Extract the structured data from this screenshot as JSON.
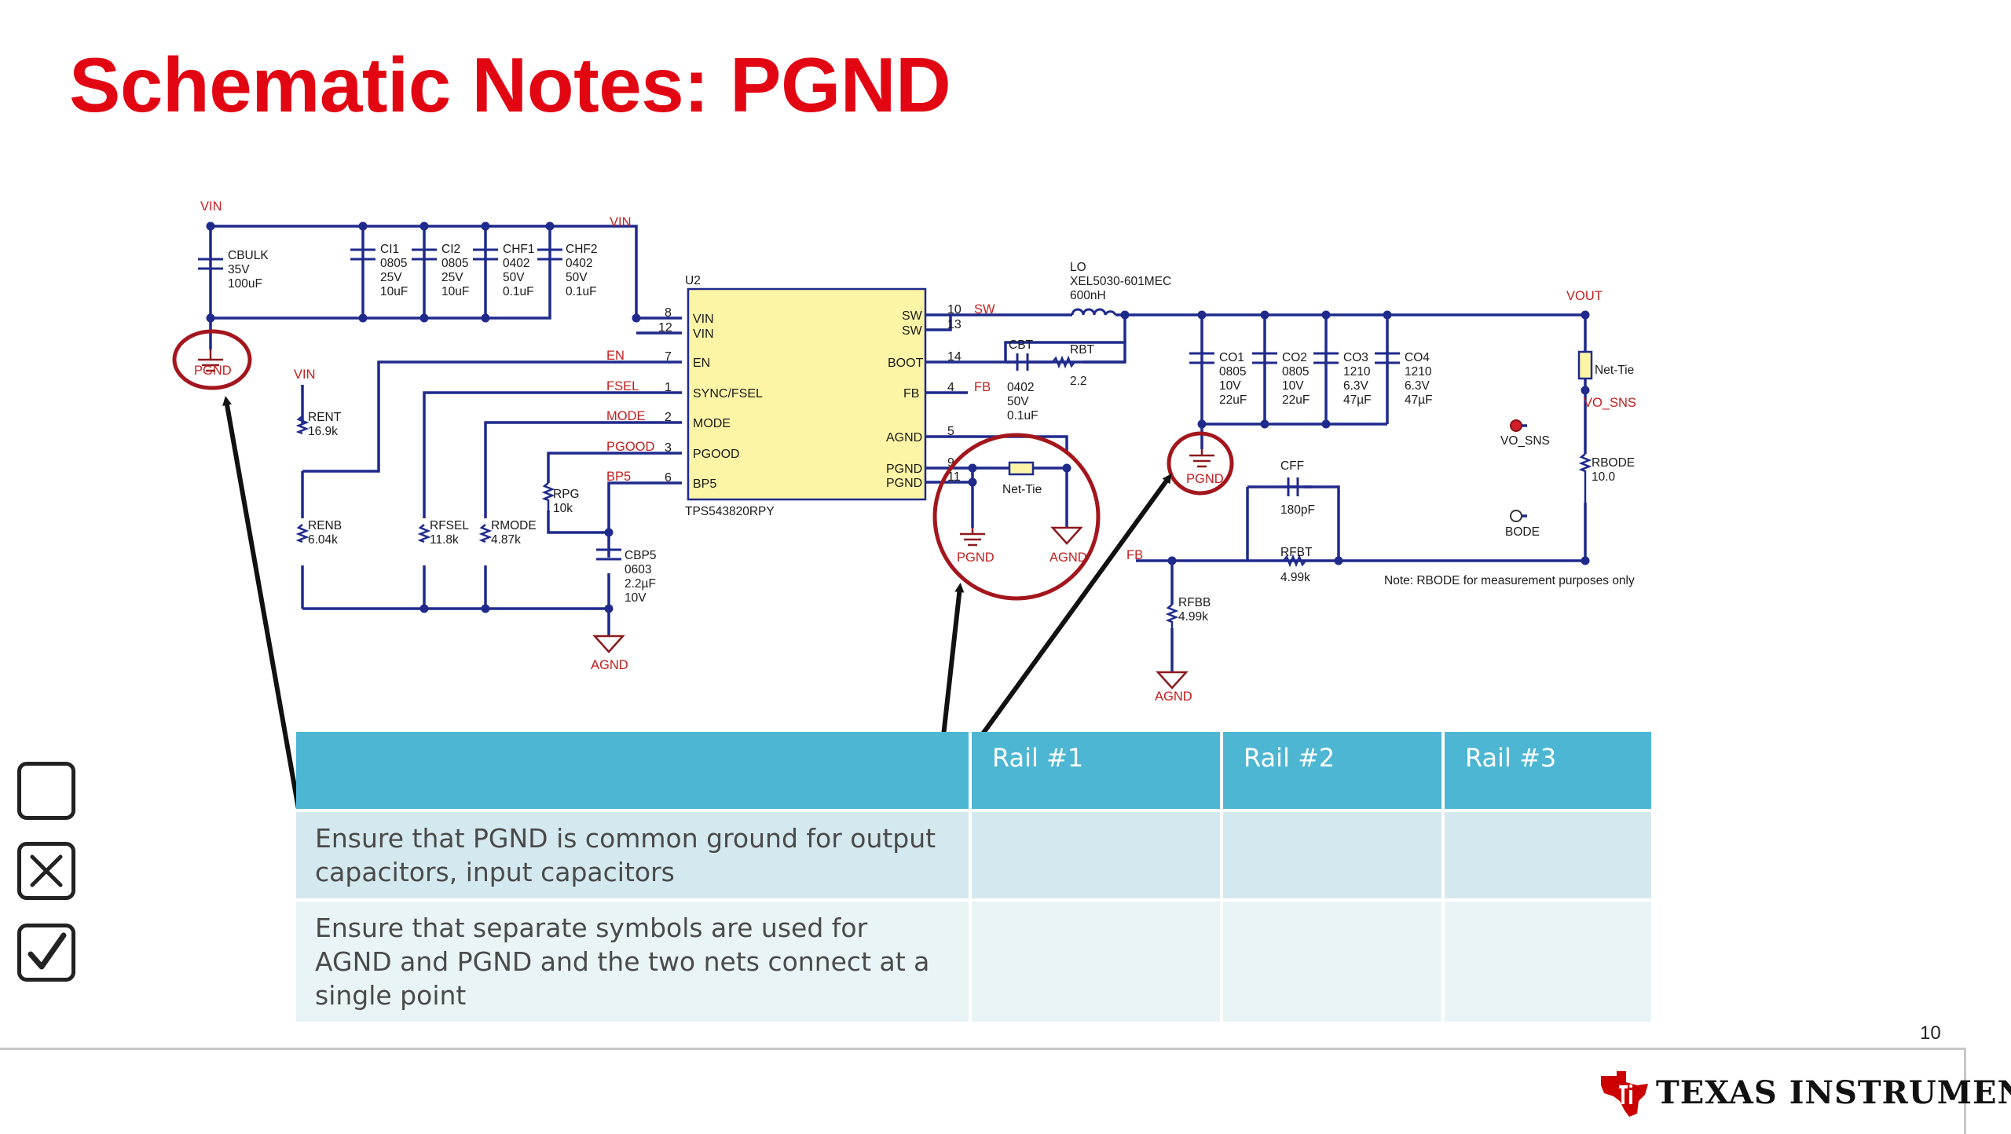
{
  "slide": {
    "title": "Schematic Notes: PGND",
    "page_number": "10"
  },
  "schematic": {
    "net_labels": {
      "vin_top": "VIN",
      "vin_mid": "VIN",
      "vin_rent": "VIN",
      "en": "EN",
      "fsel": "FSEL",
      "mode": "MODE",
      "pgood": "PGOOD",
      "bp5": "BP5",
      "sw": "SW",
      "fb_pin": "FB",
      "fb_net": "FB",
      "vout": "VOUT",
      "vo_sns_net": "VO_SNS",
      "vo_sns_pin": "VO_SNS",
      "bode": "BODE",
      "pgnd_1": "PGND",
      "pgnd_2": "PGND",
      "pgnd_3": "PGND",
      "agnd_1": "AGND",
      "agnd_2": "AGND",
      "agnd_3": "AGND"
    },
    "ic": {
      "ref": "U2",
      "part": "TPS543820RPY",
      "pins_left": [
        "VIN",
        "VIN",
        "EN",
        "SYNC/FSEL",
        "MODE",
        "PGOOD",
        "BP5"
      ],
      "pins_left_num": [
        "8",
        "12",
        "7",
        "1",
        "2",
        "3",
        "6"
      ],
      "pins_right": [
        "SW",
        "SW",
        "BOOT",
        "FB",
        "AGND",
        "PGND",
        "PGND"
      ],
      "pins_right_num": [
        "10",
        "13",
        "14",
        "4",
        "5",
        "9",
        "11"
      ]
    },
    "components": {
      "cbulk": [
        "CBULK",
        "35V",
        "100uF"
      ],
      "ci1": [
        "CI1",
        "0805",
        "25V",
        "10uF"
      ],
      "ci2": [
        "CI2",
        "0805",
        "25V",
        "10uF"
      ],
      "chf1": [
        "CHF1",
        "0402",
        "50V",
        "0.1uF"
      ],
      "chf2": [
        "CHF2",
        "0402",
        "50V",
        "0.1uF"
      ],
      "rent": [
        "RENT",
        "16.9k"
      ],
      "renb": [
        "RENB",
        "6.04k"
      ],
      "rfsel": [
        "RFSEL",
        "11.8k"
      ],
      "rmode": [
        "RMODE",
        "4.87k"
      ],
      "rpg": [
        "RPG",
        "10k"
      ],
      "cbp5": [
        "CBP5",
        "0603",
        "2.2µF",
        "10V"
      ],
      "lo": [
        "LO",
        "XEL5030-601MEC",
        "600nH"
      ],
      "cbt": [
        "CBT",
        "0402",
        "50V",
        "0.1uF"
      ],
      "rbt": [
        "RBT",
        "2.2"
      ],
      "co1": [
        "CO1",
        "0805",
        "10V",
        "22uF"
      ],
      "co2": [
        "CO2",
        "0805",
        "10V",
        "22uF"
      ],
      "co3": [
        "CO3",
        "1210",
        "6.3V",
        "47µF"
      ],
      "co4": [
        "CO4",
        "1210",
        "6.3V",
        "47µF"
      ],
      "cff": [
        "CFF",
        "180pF"
      ],
      "rfbt": [
        "RFBT",
        "4.99k"
      ],
      "rfbb": [
        "RFBB",
        "4.99k"
      ],
      "rbode": [
        "RBODE",
        "10.0"
      ],
      "net_tie_1": "Net-Tie",
      "net_tie_2": "Net-Tie"
    },
    "note": "Note: RBODE for measurement purposes only"
  },
  "checklist": {
    "columns": [
      "",
      "Rail #1",
      "Rail #2",
      "Rail #3"
    ],
    "rows": [
      {
        "text": "Ensure that PGND is common ground for output capacitors, input capacitors"
      },
      {
        "text": "Ensure that separate symbols are used for AGND and PGND and the two nets connect at a single point"
      }
    ]
  },
  "legend_icons": [
    "empty-checkbox-icon",
    "x-checkbox-icon",
    "checkmark-checkbox-icon"
  ],
  "logo": {
    "company": "TEXAS INSTRUMENTS",
    "brand_color": "#cc0000"
  },
  "colors": {
    "title": "#e20613",
    "table_header": "#4db6d3",
    "table_row_1": "#d4e9ef",
    "table_row_2": "#e9f4f7",
    "callout_circle": "#a3161c",
    "wire": "#1f2a8c",
    "net_label": "#c41e1e",
    "ic_fill": "#fdf5a6"
  }
}
